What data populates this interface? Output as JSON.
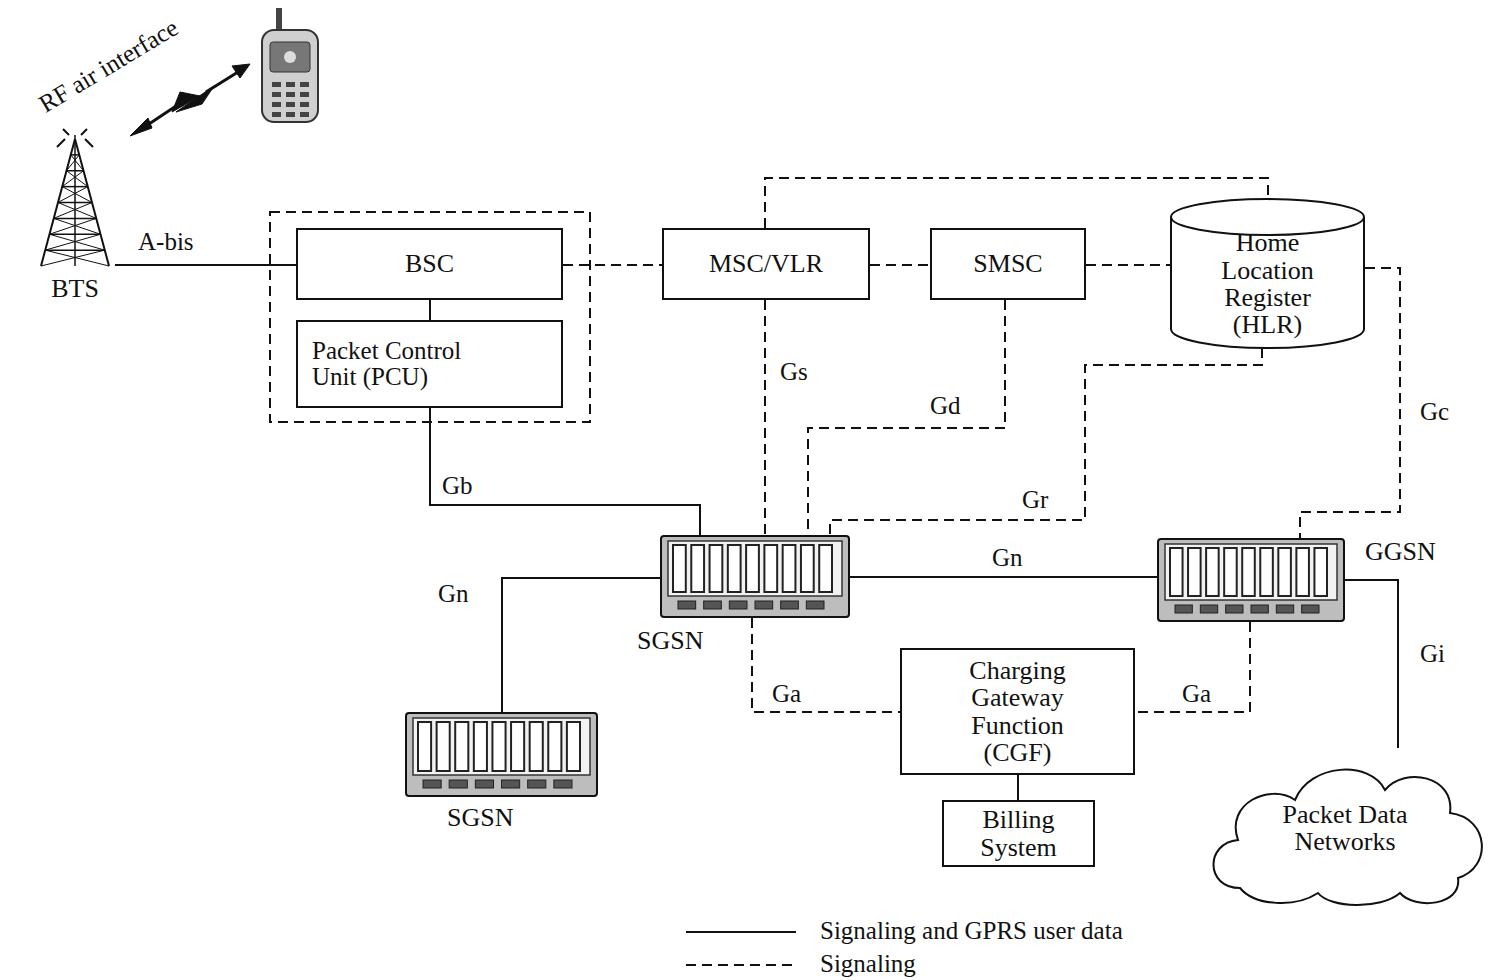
{
  "diagram": {
    "nodes": [
      {
        "text": [
          "BTS"
        ]
      },
      {
        "text": [
          "BSC"
        ]
      },
      {
        "text": [
          "Packet Control Unit (PCU)"
        ]
      },
      {
        "text": [
          "MSC/VLR"
        ]
      },
      {
        "text": [
          "SMSC"
        ]
      },
      {
        "text": [
          "Home Location Register (HLR)"
        ]
      },
      {
        "text": [
          "SGSN"
        ]
      },
      {
        "text": [
          "GGSN"
        ]
      },
      {
        "text": [
          "SGSN"
        ]
      },
      {
        "text": [
          "Charging Gateway Function (CGF)"
        ]
      },
      {
        "text": [
          "Billing System"
        ]
      },
      {
        "text": [
          "Packet Data Networks"
        ]
      }
    ],
    "edges": [
      {
        "from": 0,
        "to": 1,
        "label": "A-bis",
        "arrow": "none"
      },
      {
        "from": 1,
        "to": 2,
        "arrow": "none"
      },
      {
        "from": 1,
        "to": 3,
        "arrow": "none"
      },
      {
        "from": 3,
        "to": 4,
        "arrow": "none"
      },
      {
        "from": 4,
        "to": 5,
        "arrow": "none"
      },
      {
        "from": 3,
        "to": 5,
        "arrow": "none"
      },
      {
        "from": 2,
        "to": 6,
        "label": "Gb",
        "arrow": "none"
      },
      {
        "from": 3,
        "to": 6,
        "label": "Gs",
        "arrow": "none"
      },
      {
        "from": 4,
        "to": 6,
        "label": "Gd",
        "arrow": "none"
      },
      {
        "from": 5,
        "to": 6,
        "label": "Gr",
        "arrow": "none"
      },
      {
        "from": 5,
        "to": 7,
        "label": "Gc",
        "arrow": "none"
      },
      {
        "from": 6,
        "to": 7,
        "label": "Gn",
        "arrow": "none"
      },
      {
        "from": 6,
        "to": 8,
        "label": "Gn",
        "arrow": "none"
      },
      {
        "from": 6,
        "to": 9,
        "label": "Ga",
        "arrow": "none"
      },
      {
        "from": 7,
        "to": 9,
        "label": "Ga",
        "arrow": "none"
      },
      {
        "from": 9,
        "to": 10,
        "arrow": "none"
      },
      {
        "from": 7,
        "to": 11,
        "label": "Gi",
        "arrow": "none"
      }
    ],
    "labels": [
      "RF air interface"
    ],
    "legend": [
      {
        "text": "Signaling and GPRS user data"
      },
      {
        "text": "Signaling"
      }
    ]
  }
}
